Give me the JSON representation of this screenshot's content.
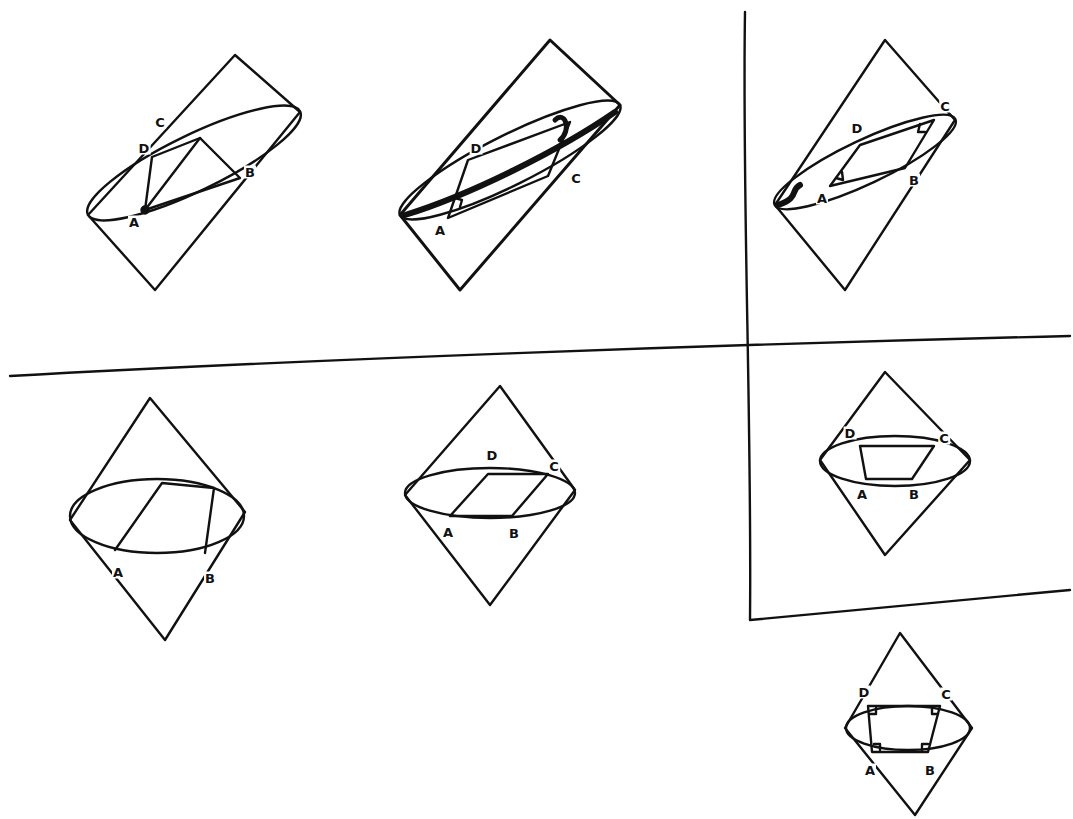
{
  "diagram": {
    "labels": [
      "C",
      "D",
      "B",
      "A",
      "D",
      "C",
      "A",
      "D",
      "C",
      "B",
      "A",
      "A",
      "B",
      "D",
      "C",
      "A",
      "B",
      "D",
      "C",
      "A",
      "B",
      "D",
      "C",
      "A",
      "B"
    ]
  }
}
